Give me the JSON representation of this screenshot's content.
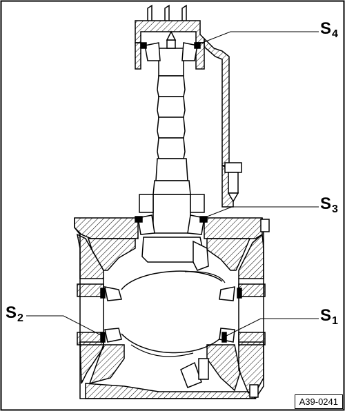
{
  "labels": {
    "s4": {
      "main": "S",
      "sub": "4"
    },
    "s3": {
      "main": "S",
      "sub": "3"
    },
    "s2": {
      "main": "S",
      "sub": "2"
    },
    "s1": {
      "main": "S",
      "sub": "1"
    }
  },
  "reference": "A39-0241"
}
